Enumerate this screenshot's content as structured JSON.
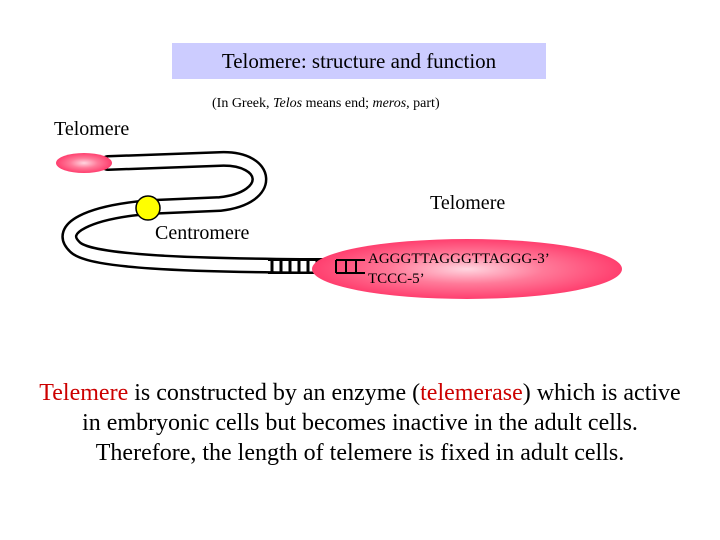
{
  "title": "Telomere: structure and function",
  "subtitle": {
    "prefix": "(In Greek, ",
    "telos": "Telos",
    "middle": " means end; ",
    "meros": "meros",
    "suffix": ", part)"
  },
  "labels": {
    "telomere_left": "Telomere",
    "telomere_right": "Telomere",
    "centromere": "Centromere"
  },
  "sequence": {
    "top_strand": "AGGGTTAGGGTTAGGG-3’",
    "bottom_strand": "TCCC-5’"
  },
  "caption": {
    "part1": "Telemere",
    "part2": " is constructed by an enzyme (",
    "part3": "telemerase",
    "part4": ") which is active in embryonic cells but becomes inactive in the adult cells. Therefore, the length of telemere is fixed in adult cells."
  },
  "colors": {
    "title_bg": "#ccccff",
    "telomere_fill": "#ff3366",
    "centromere_fill": "#ffff00",
    "highlight_text": "#cc0000"
  }
}
